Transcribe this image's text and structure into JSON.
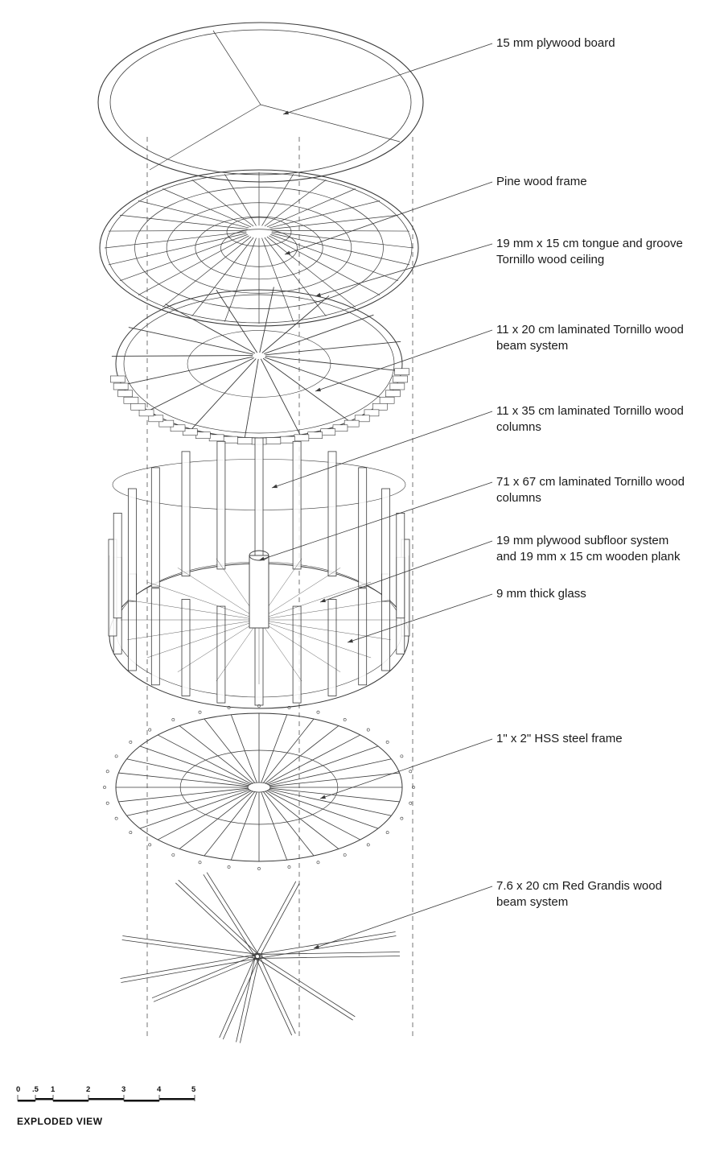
{
  "labels": [
    {
      "id": "plywood-board",
      "lines": [
        "15 mm plywood board"
      ]
    },
    {
      "id": "pine-frame",
      "lines": [
        "Pine wood frame"
      ]
    },
    {
      "id": "tornillo-ceiling",
      "lines": [
        "19 mm x 15 cm tongue and groove",
        "Tornillo wood ceiling"
      ]
    },
    {
      "id": "beam-system",
      "lines": [
        "11 x 20 cm laminated Tornillo wood",
        "beam system"
      ]
    },
    {
      "id": "columns-small",
      "lines": [
        "11 x 35 cm laminated Tornillo wood",
        "columns"
      ]
    },
    {
      "id": "columns-large",
      "lines": [
        "71 x 67 cm laminated Tornillo wood",
        "columns"
      ]
    },
    {
      "id": "subfloor",
      "lines": [
        "19 mm plywood subfloor system",
        "and 19 mm x 15 cm wooden plank"
      ]
    },
    {
      "id": "glass",
      "lines": [
        "9 mm thick glass"
      ]
    },
    {
      "id": "steel-frame",
      "lines": [
        "1\" x 2\" HSS steel frame"
      ]
    },
    {
      "id": "grandis-beams",
      "lines": [
        "7.6 x 20 cm Red Grandis wood",
        "beam system"
      ]
    }
  ],
  "scale": {
    "ticks": [
      "0",
      ".5",
      "1",
      "2",
      "3",
      "4",
      "5"
    ]
  },
  "title": "EXPLODED VIEW",
  "colors": {
    "line": "#3a3a3a",
    "text": "#1a1a1a",
    "background": "#ffffff"
  }
}
